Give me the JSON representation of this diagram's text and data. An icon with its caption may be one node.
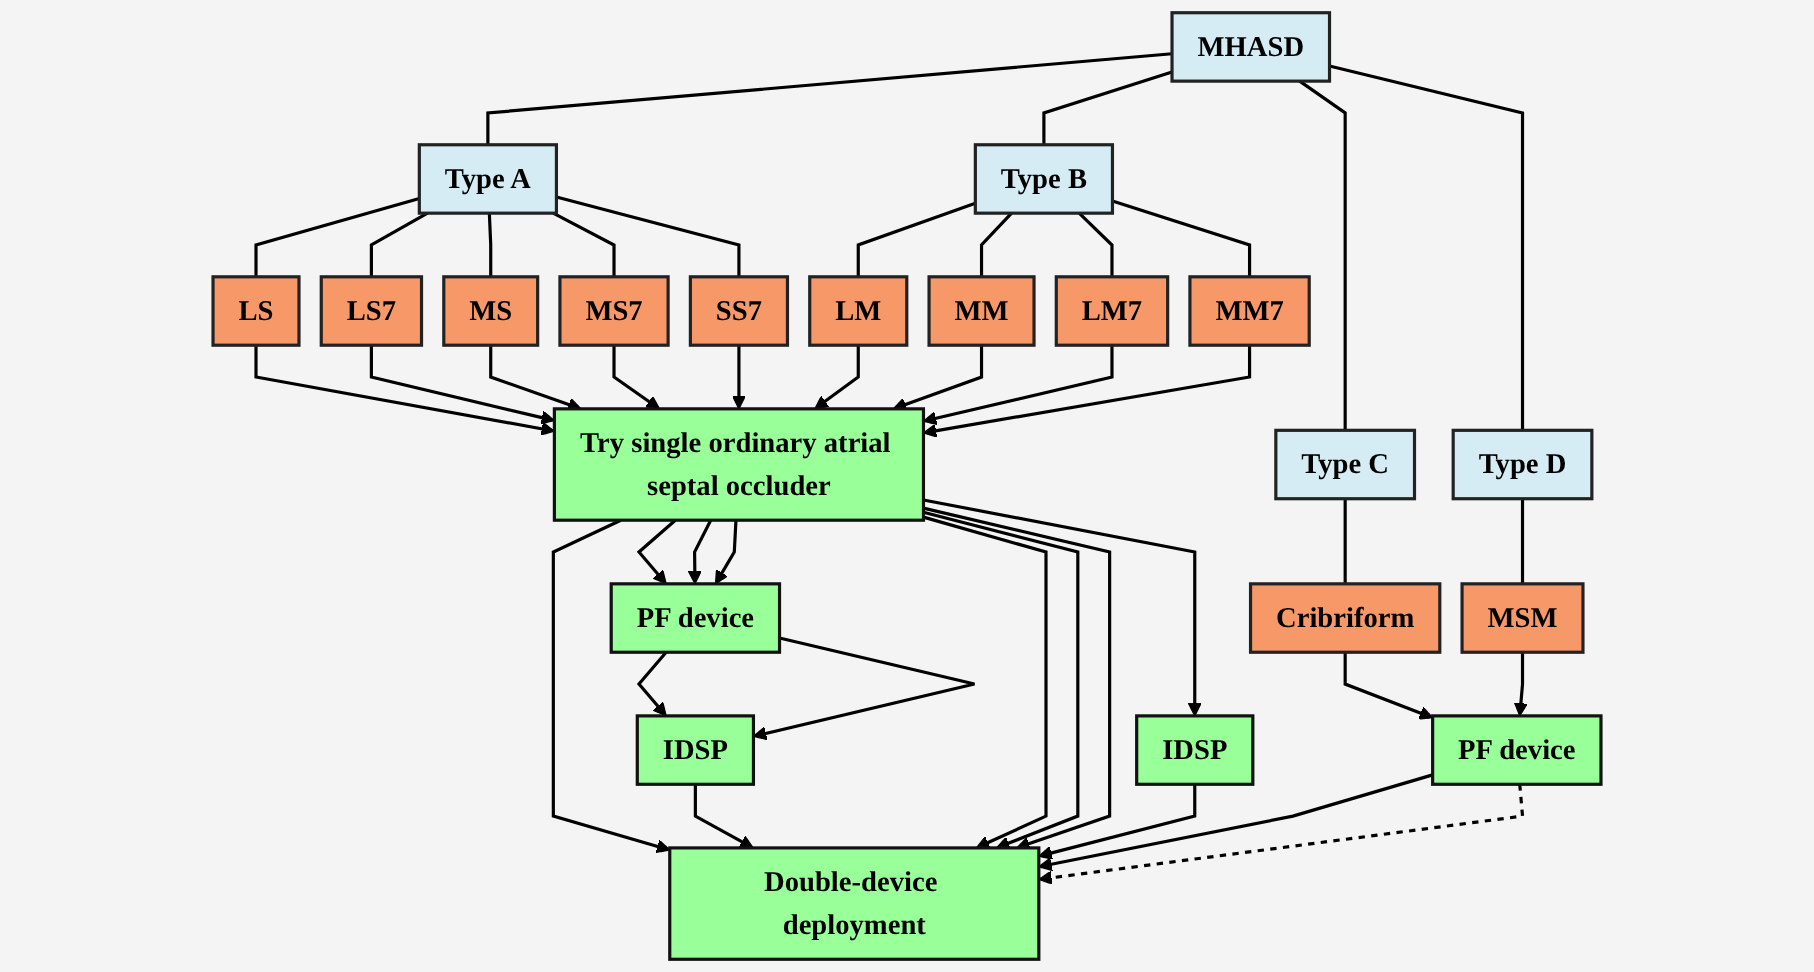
{
  "diagram": {
    "nodes": [
      {
        "text": [
          "MHASD"
        ]
      },
      {
        "text": [
          "Type A"
        ]
      },
      {
        "text": [
          "Type B"
        ]
      },
      {
        "text": [
          "Type C"
        ]
      },
      {
        "text": [
          "Type D"
        ]
      },
      {
        "text": [
          "LS"
        ]
      },
      {
        "text": [
          "LS7"
        ]
      },
      {
        "text": [
          "MS"
        ]
      },
      {
        "text": [
          "MS7"
        ]
      },
      {
        "text": [
          "SS7"
        ]
      },
      {
        "text": [
          "LM"
        ]
      },
      {
        "text": [
          "MM"
        ]
      },
      {
        "text": [
          "LM7"
        ]
      },
      {
        "text": [
          "MM7"
        ]
      },
      {
        "text": [
          "Cribriform"
        ]
      },
      {
        "text": [
          "MSM"
        ]
      },
      {
        "text": [
          "Try single ordinary atrial septal occluder"
        ]
      },
      {
        "text": [
          "PF device"
        ]
      },
      {
        "text": [
          "PF device"
        ]
      },
      {
        "text": [
          "IDSP"
        ]
      },
      {
        "text": [
          "IDSP"
        ]
      },
      {
        "text": [
          "Double-device deployment"
        ]
      }
    ],
    "edges": [
      {
        "from": 0,
        "to": 1,
        "arrow": "none"
      },
      {
        "from": 0,
        "to": 2,
        "arrow": "none"
      },
      {
        "from": 0,
        "to": 3,
        "arrow": "none"
      },
      {
        "from": 0,
        "to": 4,
        "arrow": "none"
      },
      {
        "from": 1,
        "to": 5,
        "arrow": "none"
      },
      {
        "from": 1,
        "to": 6,
        "arrow": "none"
      },
      {
        "from": 1,
        "to": 7,
        "arrow": "none"
      },
      {
        "from": 1,
        "to": 8,
        "arrow": "none"
      },
      {
        "from": 1,
        "to": 9,
        "arrow": "none"
      },
      {
        "from": 2,
        "to": 10,
        "arrow": "none"
      },
      {
        "from": 2,
        "to": 11,
        "arrow": "none"
      },
      {
        "from": 2,
        "to": 12,
        "arrow": "none"
      },
      {
        "from": 2,
        "to": 13,
        "arrow": "none"
      },
      {
        "from": 3,
        "to": 14,
        "arrow": "none"
      },
      {
        "from": 4,
        "to": 15,
        "arrow": "none"
      },
      {
        "from": 5,
        "to": 16,
        "arrow": "to"
      },
      {
        "from": 6,
        "to": 16,
        "arrow": "to"
      },
      {
        "from": 7,
        "to": 16,
        "arrow": "to"
      },
      {
        "from": 8,
        "to": 16,
        "arrow": "to"
      },
      {
        "from": 9,
        "to": 16,
        "arrow": "to"
      },
      {
        "from": 10,
        "to": 16,
        "arrow": "to"
      },
      {
        "from": 11,
        "to": 16,
        "arrow": "to"
      },
      {
        "from": 12,
        "to": 16,
        "arrow": "to"
      },
      {
        "from": 13,
        "to": 16,
        "arrow": "to"
      },
      {
        "from": 14,
        "to": 17,
        "arrow": "to"
      },
      {
        "from": 15,
        "to": 17,
        "arrow": "to"
      },
      {
        "from": 16,
        "to": 21,
        "arrow": "to"
      },
      {
        "from": 16,
        "to": 18,
        "arrow": "to"
      },
      {
        "from": 16,
        "to": 18,
        "arrow": "to"
      },
      {
        "from": 16,
        "to": 18,
        "arrow": "to"
      },
      {
        "from": 18,
        "to": 19,
        "arrow": "to"
      },
      {
        "from": 18,
        "to": 19,
        "arrow": "to"
      },
      {
        "from": 19,
        "to": 21,
        "arrow": "to"
      },
      {
        "from": 16,
        "to": 21,
        "arrow": "to"
      },
      {
        "from": 16,
        "to": 21,
        "arrow": "to"
      },
      {
        "from": 16,
        "to": 21,
        "arrow": "to"
      },
      {
        "from": 16,
        "to": 20,
        "arrow": "to"
      },
      {
        "from": 20,
        "to": 21,
        "arrow": "to"
      },
      {
        "from": 17,
        "to": 21,
        "arrow": "to"
      },
      {
        "from": 17,
        "to": 21,
        "arrow": "to",
        "style": "dashed"
      }
    ]
  }
}
